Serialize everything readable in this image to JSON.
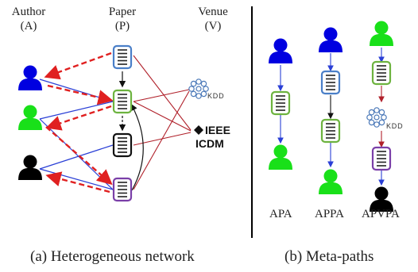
{
  "columns": {
    "author": {
      "name": "Author",
      "abbr": "(A)"
    },
    "paper": {
      "name": "Paper",
      "abbr": "(P)"
    },
    "venue": {
      "name": "Venue",
      "abbr": "(V)"
    }
  },
  "venues": {
    "kdd": {
      "text": "KDD"
    },
    "icdm": {
      "line1": "IEEE",
      "line2": "ICDM"
    }
  },
  "metapaths": {
    "apa": "APA",
    "appa": "APPA",
    "apvpa": "APVPA"
  },
  "captions": {
    "a": "(a) Heterogeneous network",
    "b": "(b) Meta-paths"
  },
  "colors": {
    "author_blue": "#0000e0",
    "author_green": "#19e019",
    "author_black": "#000000",
    "paper_blue": "#4a7fc8",
    "paper_green": "#6db33f",
    "paper_black": "#111111",
    "paper_purple": "#7a3fa8",
    "edge_blue": "#2a3fd6",
    "edge_red": "#b0202a",
    "dashed_red": "#e02020"
  }
}
